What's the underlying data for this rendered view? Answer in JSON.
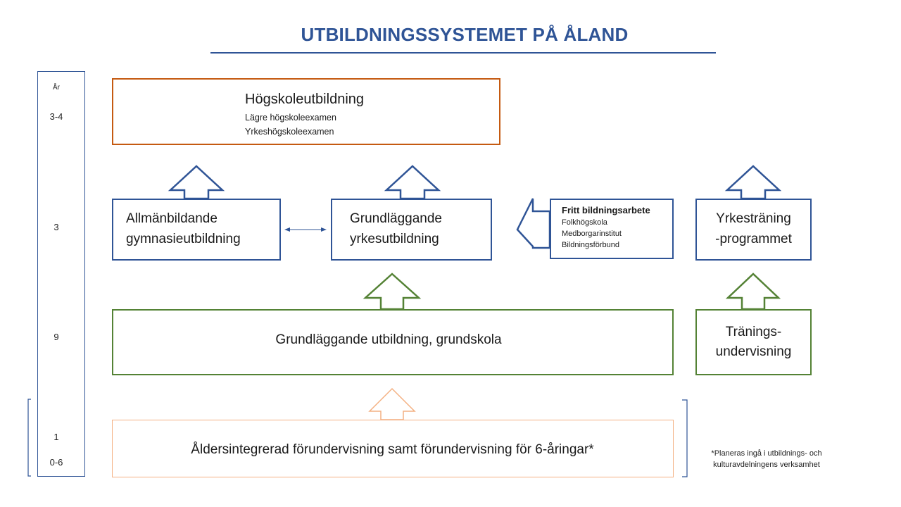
{
  "title": "UTBILDNINGSSYSTEMET PÅ ÅLAND",
  "years": {
    "header": "År",
    "hogskola": "3-4",
    "gymnasie": "3",
    "grundskola": "9",
    "forskola_1": "1",
    "forskola_2": "0-6"
  },
  "boxes": {
    "hogskole": {
      "title": "Högskoleutbildning",
      "items": [
        "Lägre högskoleexamen",
        "Yrkeshögskoleexamen"
      ]
    },
    "allman": {
      "line1": "Allmänbildande",
      "line2": "gymnasieutbildning"
    },
    "grundlaggande_yrke": {
      "line1": "Grundläggande",
      "line2": "yrkesutbildning"
    },
    "fritt": {
      "title": "Fritt bildningsarbete",
      "items": [
        "Folkhögskola",
        "Medborgarinstitut",
        "Bildningsförbund"
      ]
    },
    "yrkestranings": {
      "line1": "Yrkesträningsprogrammet",
      "line1_part1": "Yrkesträning",
      "line1_part2": "-programmet"
    },
    "grundskola": {
      "label": "Grundläggande utbildning, grundskola"
    },
    "traning": {
      "line1": "Tränings-",
      "line2": "undervisning"
    },
    "forskola": {
      "label": "Åldersintegrerad förundervisning samt förundervisning för 6-åringar*"
    }
  },
  "footnote": {
    "line1": "*Planeras ingå i utbildnings- och",
    "line2": "kulturavdelningens verksamhet"
  },
  "colors": {
    "blue": "#2f5496",
    "green": "#548235",
    "orange": "#c55a11",
    "peach": "#f4b183"
  }
}
